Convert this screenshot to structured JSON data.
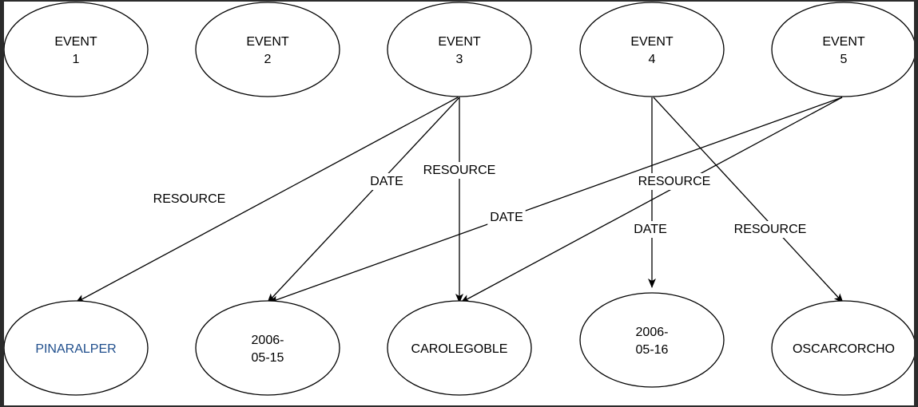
{
  "colors": {
    "background": "#ffffff",
    "frame": "#2b2b2b",
    "stroke": "#000000",
    "highlight_text": "#1f4e8c"
  },
  "nodes": [
    {
      "id": "event1",
      "lines": [
        "EVENT",
        "1"
      ]
    },
    {
      "id": "event2",
      "lines": [
        "EVENT",
        "2"
      ]
    },
    {
      "id": "event3",
      "lines": [
        "EVENT",
        "3"
      ]
    },
    {
      "id": "event4",
      "lines": [
        "EVENT",
        "4"
      ]
    },
    {
      "id": "event5",
      "lines": [
        "EVENT",
        "5"
      ]
    },
    {
      "id": "pinaralper",
      "lines": [
        "PINARALPER"
      ],
      "color": "#1f4e8c"
    },
    {
      "id": "date0515",
      "lines": [
        "2006-",
        "05-15"
      ]
    },
    {
      "id": "carolegoble",
      "lines": [
        "CAROLEGOBLE"
      ]
    },
    {
      "id": "date0516",
      "lines": [
        "2006-",
        "05-16"
      ]
    },
    {
      "id": "oscarcorcho",
      "lines": [
        "OSCARCORCHO"
      ]
    }
  ],
  "edges": [
    {
      "from": "event3",
      "to": "pinaralper",
      "label": "RESOURCE"
    },
    {
      "from": "event3",
      "to": "date0515",
      "label": "DATE"
    },
    {
      "from": "event3",
      "to": "carolegoble",
      "label": "RESOURCE"
    },
    {
      "from": "event4",
      "to": "date0516",
      "label": "DATE"
    },
    {
      "from": "event4",
      "to": "oscarcorcho",
      "label": "RESOURCE"
    },
    {
      "from": "event5",
      "to": "date0515",
      "label": "DATE"
    },
    {
      "from": "event5",
      "to": "carolegoble",
      "label": "RESOURCE"
    }
  ]
}
